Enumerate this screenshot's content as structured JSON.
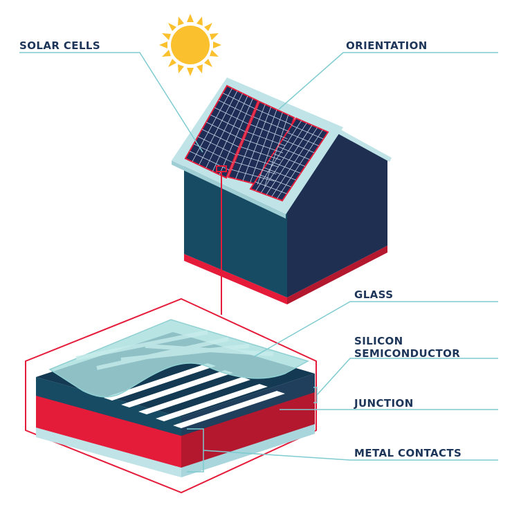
{
  "labels": {
    "solar_cells": "SOLAR CELLS",
    "orientation": "ORIENTATION",
    "glass": "GLASS",
    "silicon_line1": "SILICON",
    "silicon_line2": "SEMICONDUCTOR",
    "junction": "JUNCTION",
    "metal_contacts": "METAL CONTACTS"
  },
  "colors": {
    "label_text": "#1c3558",
    "leader_line": "#7fcbd0",
    "sun": "#fbc02d",
    "wall_left": "#164b63",
    "wall_right": "#1f2f52",
    "roof": "#bfe3e6",
    "panel": "#1d2d55",
    "accent_red": "#e51b3a",
    "glass": "#a9dede"
  }
}
